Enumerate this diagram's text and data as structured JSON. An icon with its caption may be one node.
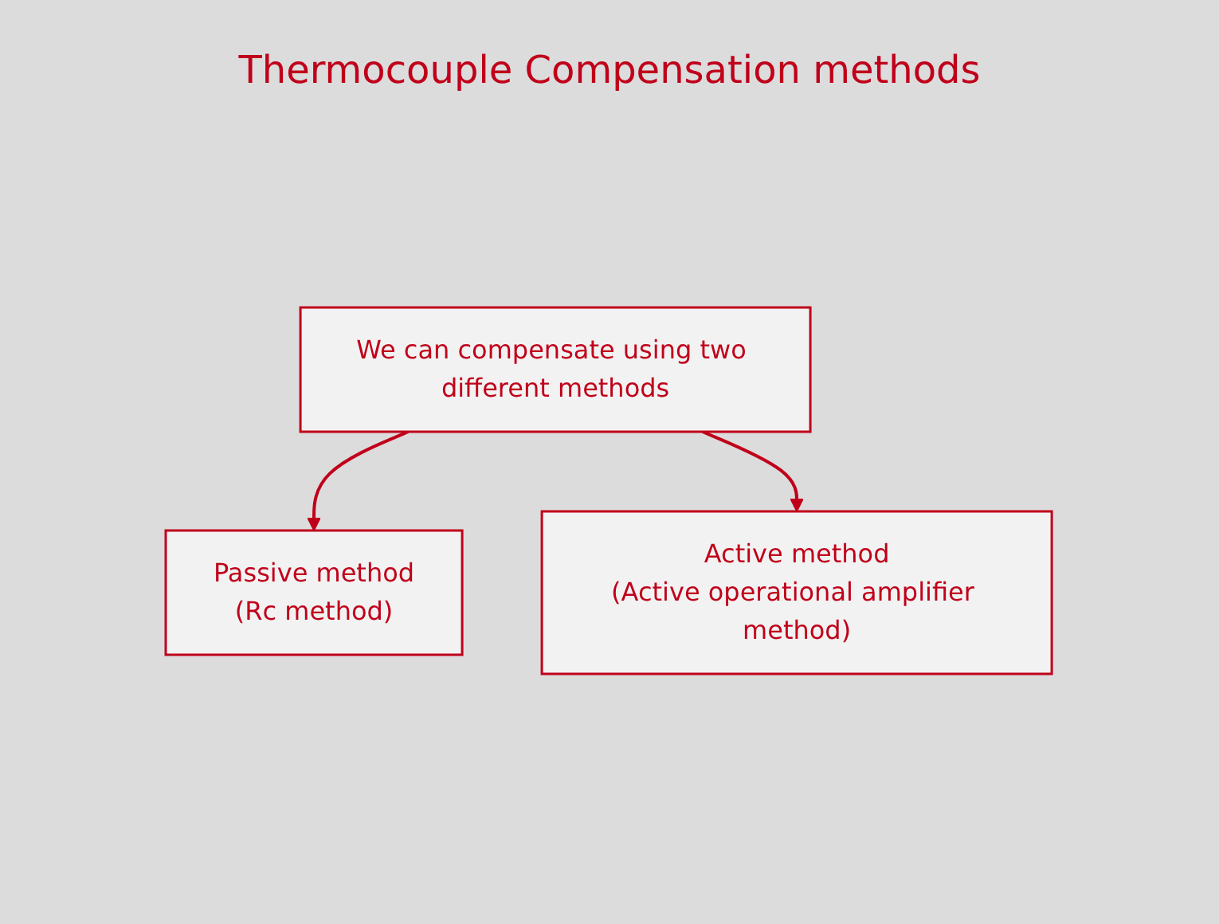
{
  "diagram": {
    "title": "Thermocouple Compensation methods",
    "nodes": [
      {
        "text": [
          "We can compensate using two different methods"
        ]
      },
      {
        "text": [
          "Passive method",
          "(Rc method)"
        ]
      },
      {
        "text": [
          "Active method",
          "(Active operational amplifier method)"
        ]
      }
    ],
    "edges": [
      {
        "from": 0,
        "to": 1,
        "arrow": "to"
      },
      {
        "from": 0,
        "to": 2,
        "arrow": "to"
      }
    ]
  }
}
